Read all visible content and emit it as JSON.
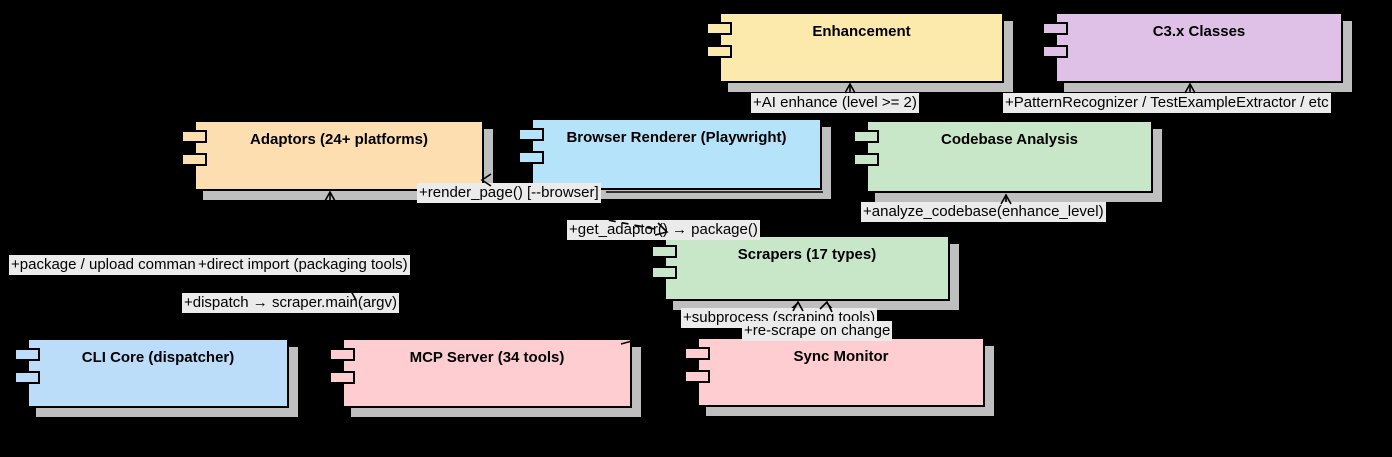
{
  "diagram": {
    "kind": "uml-component-diagram",
    "colors": {
      "background": "#000000",
      "shadow": "#bfbfbf",
      "label_background": "#ebebeb",
      "border": "#000000",
      "enhancement_fill": "#fce9ac",
      "c3x_fill": "#dfc1e8",
      "adaptors_fill": "#fcdeb0",
      "browser_fill": "#b5e3fa",
      "codebase_fill": "#c8e6c8",
      "scrapers_fill": "#c8e6c8",
      "cli_fill": "#bbddfa",
      "mcp_fill": "#fdcdd2",
      "sync_fill": "#fdcdd2"
    },
    "components": {
      "enhancement": {
        "label": "Enhancement",
        "fill": "#fce9ac"
      },
      "c3x_classes": {
        "label": "C3.x Classes",
        "fill": "#dfc1e8"
      },
      "adaptors": {
        "label": "Adaptors (24+ platforms)",
        "fill": "#fcdeb0"
      },
      "browser_renderer": {
        "label": "Browser Renderer (Playwright)",
        "fill": "#b5e3fa"
      },
      "codebase_analysis": {
        "label": "Codebase Analysis",
        "fill": "#c8e6c8"
      },
      "scrapers": {
        "label": "Scrapers (17 types)",
        "fill": "#c8e6c8"
      },
      "cli_core": {
        "label": "CLI Core (dispatcher)",
        "fill": "#bbddfa"
      },
      "mcp_server": {
        "label": "MCP Server (34 tools)",
        "fill": "#fdcdd2"
      },
      "sync_monitor": {
        "label": "Sync Monitor",
        "fill": "#fdcdd2"
      }
    },
    "edge_labels": {
      "ai_enhance": "+AI enhance (level >= 2)",
      "pattern_recognizer": "+PatternRecognizer / TestExampleExtractor / etc",
      "render_page": "+render_page() [--browser]",
      "analyze_codebase": "+analyze_codebase(enhance_level)",
      "get_adaptor": "+get_adaptor() → package()",
      "package_upload": "+package / upload comman",
      "direct_import": "+direct import (packaging tools)",
      "dispatch": "+dispatch → scraper.main(argv)",
      "subprocess": "+subprocess (scraping tools)",
      "re_scrape": "+re-scrape on change"
    }
  }
}
